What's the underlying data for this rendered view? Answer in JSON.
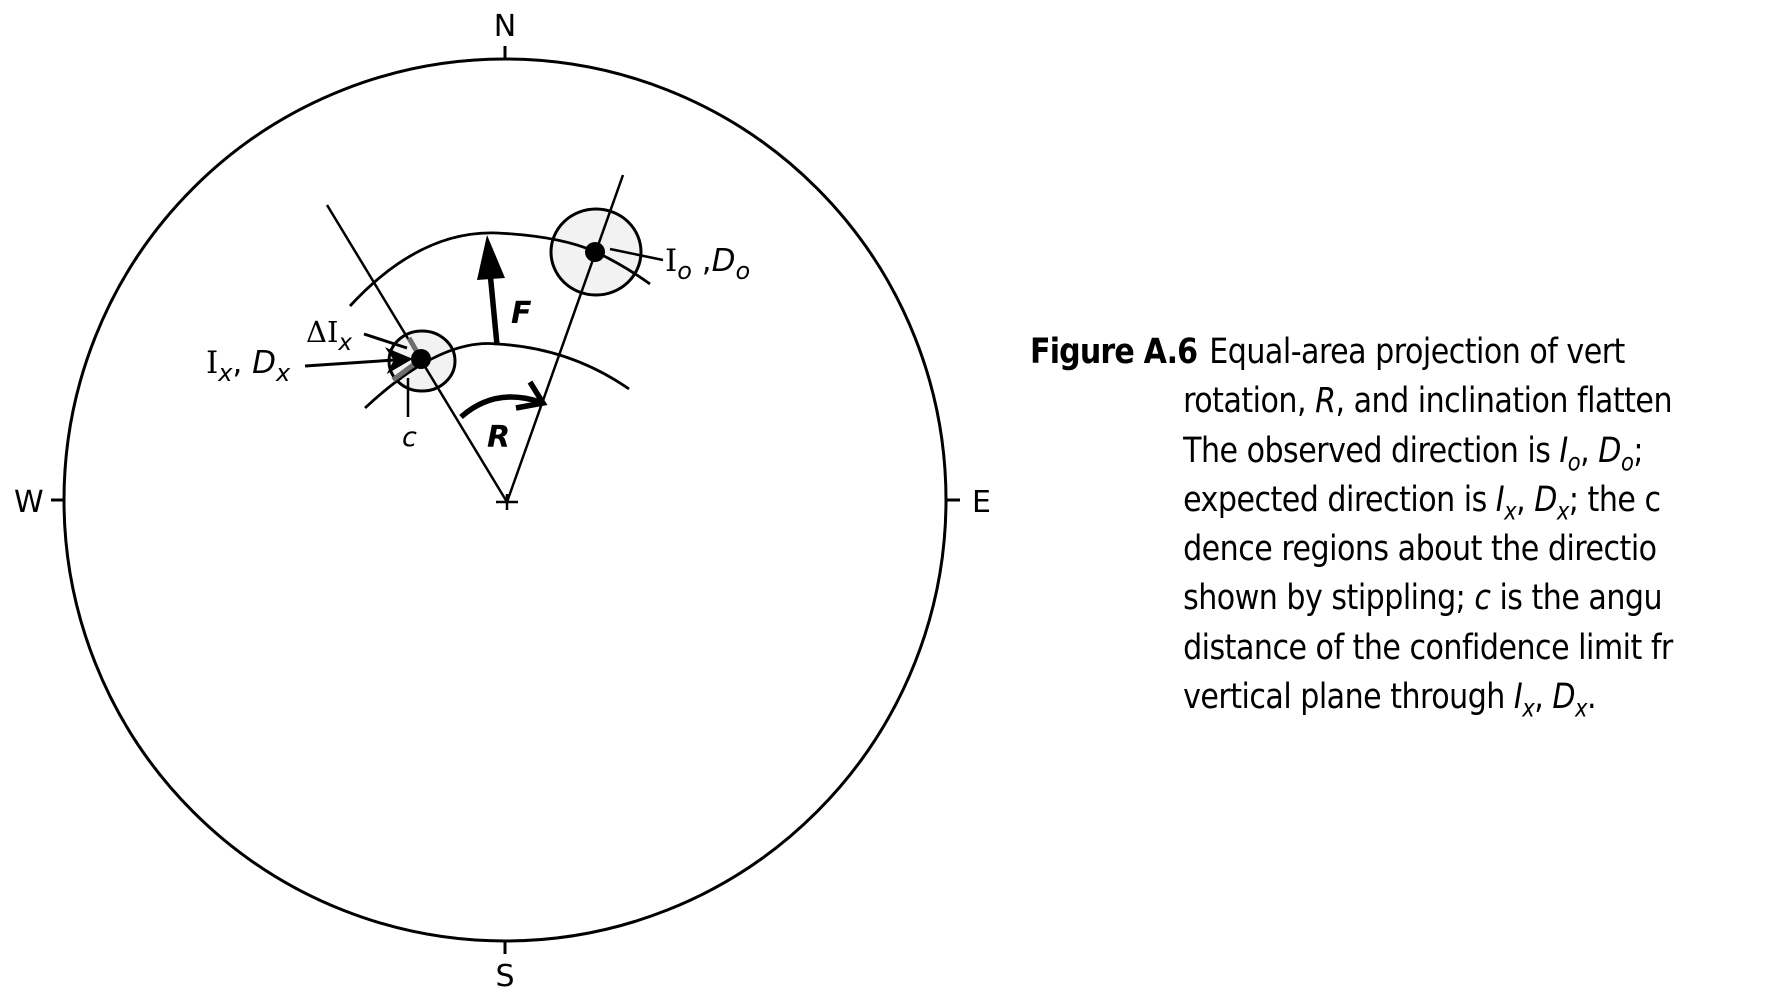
{
  "compass": {
    "north": "N",
    "south": "S",
    "west": "W",
    "east": "E"
  },
  "diagram": {
    "title": "Equal-area projection",
    "labels": {
      "expected_direction_I": "I",
      "expected_direction_I_sub": "x",
      "expected_direction_D": "D",
      "expected_direction_D_sub": "x",
      "delta_I": "ΔI",
      "delta_I_sub": "x",
      "observed_I": "I",
      "observed_I_sub": "o",
      "observed_D": "D",
      "observed_D_sub": "o",
      "confidence_distance": "c",
      "rotation": "R",
      "flattening": "F"
    },
    "stipple_color": "#f2f2f2",
    "limb_color": "#6e6e6e",
    "line_color": "#000000"
  },
  "caption": {
    "figure_label": "Figure A.6",
    "lines": [
      "Equal-area projection of vert",
      "rotation, ",
      "The observed direction is ",
      "expected direction is ",
      "dence regions about the directio",
      "shown by stippling; ",
      "distance of the confidence limit fr",
      "vertical plane through "
    ],
    "line2_R": "R",
    "line2_rest": ", and inclination flatten",
    "line3_I": "I",
    "line3_I_sub": "o",
    "line3_sep": ", ",
    "line3_D": "D",
    "line3_D_sub": "o",
    "line3_end": ";",
    "line4_I": "I",
    "line4_I_sub": "x",
    "line4_sep": ", ",
    "line4_D": "D",
    "line4_D_sub": "x",
    "line4_end": "; the c",
    "line6_c": "c",
    "line6_rest": " is the angu",
    "line8_I": "I",
    "line8_I_sub": "x",
    "line8_sep": ", ",
    "line8_D": "D",
    "line8_D_sub": "x",
    "line8_end": "."
  }
}
